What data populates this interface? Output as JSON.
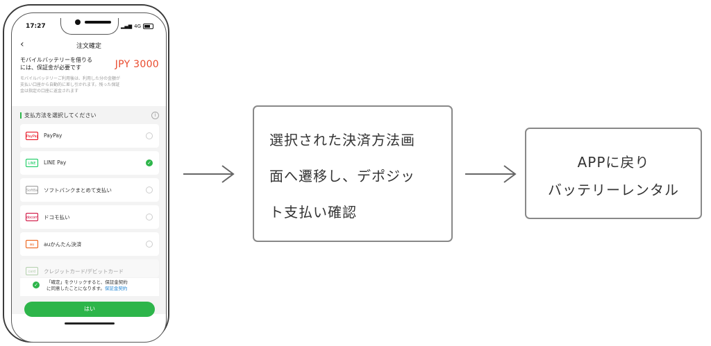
{
  "phone": {
    "status_time": "17:27",
    "status_network": "4G",
    "nav_title": "注文確定",
    "deposit_text_1": "モバイルバッテリーを借りる",
    "deposit_text_2": "には、保証金が必要です",
    "deposit_amount": "JPY 3000",
    "deposit_note_1": "モバイルバッテリーご利用後は、利用した分の金額が",
    "deposit_note_2": "支払い口座から自動的に差し引かれます。残った保証",
    "deposit_note_3": "金は指定の口座に返金されます",
    "section_title": "支払方法を選択してください",
    "payment_methods": [
      {
        "label": "PayPay",
        "logo": "PayPay",
        "logo_color": "#e60012",
        "checked": false
      },
      {
        "label": "LINE Pay",
        "logo": "LINE Pay",
        "logo_color": "#06c755",
        "checked": true
      },
      {
        "label": "ソフトバンクまとめて支払い",
        "logo": "SoftBank",
        "logo_color": "#999999",
        "checked": false
      },
      {
        "label": "ドコモ払い",
        "logo": "docomo",
        "logo_color": "#cc0033",
        "checked": false
      },
      {
        "label": "auかんたん決済",
        "logo": "au",
        "logo_color": "#eb5505",
        "checked": false
      },
      {
        "label": "クレジットカード/デビットカード",
        "logo": "card",
        "logo_color": "#6aa85c",
        "checked": false
      }
    ],
    "agree_text_1": "「確定」をクリックすると、保証金契約",
    "agree_text_2": "に同意したことになります。",
    "agree_link": "保証金契約",
    "confirm_label": "はい",
    "accent_color": "#2db54a",
    "amount_color": "#e94a2c"
  },
  "flow": {
    "step1_lines": [
      "選択された決済方法画",
      "面へ遷移し、デポジッ",
      "ト支払い確認"
    ],
    "step2_lines": [
      "APPに戻り",
      "バッテリーレンタル"
    ]
  }
}
